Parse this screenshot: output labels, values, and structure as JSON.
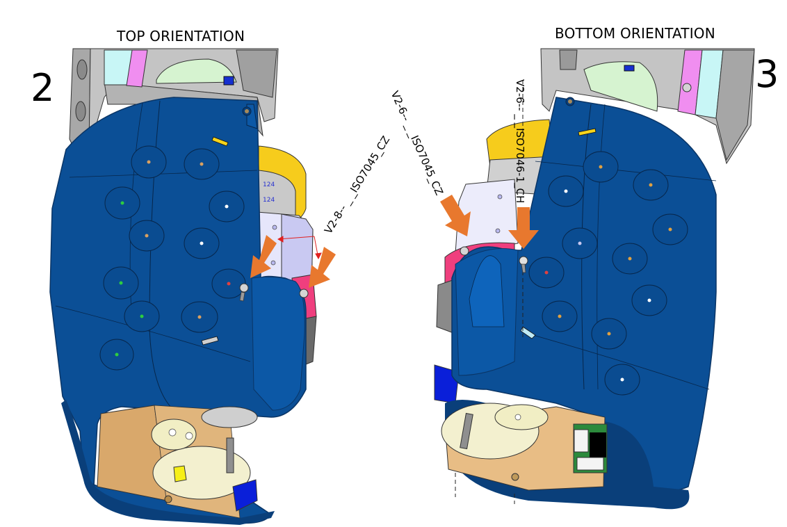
{
  "panels": [
    {
      "step_number": "2",
      "title": "TOP ORIENTATION",
      "callouts": [
        {
          "text": "V2-8-- _ _ISO7045_CZ"
        }
      ],
      "arrows": 2
    },
    {
      "step_number": "3",
      "title": "BOTTOM ORIENTATION",
      "callouts": [
        {
          "text": "V2-6-- _ _ISO7045_CZ"
        },
        {
          "text": "V2-6-- _ _ISO7046-1_CH"
        }
      ],
      "arrows": 2
    }
  ],
  "colors": {
    "housing_blue": "#0b4f96",
    "housing_edge": "#0a3566",
    "arrow_orange": "#e8782e",
    "frame_gray": "#b9b9b9",
    "bracket_pink": "#f08ef0",
    "bracket_cyan": "#c8f6f6",
    "motor_yellow": "#f6cc1c",
    "plate_tan": "#d9a86b",
    "disc_cream": "#f3f0cf",
    "accent_magenta": "#ef3f7e",
    "accent_blue": "#0a1fd9",
    "leader_red": "#e02020"
  }
}
